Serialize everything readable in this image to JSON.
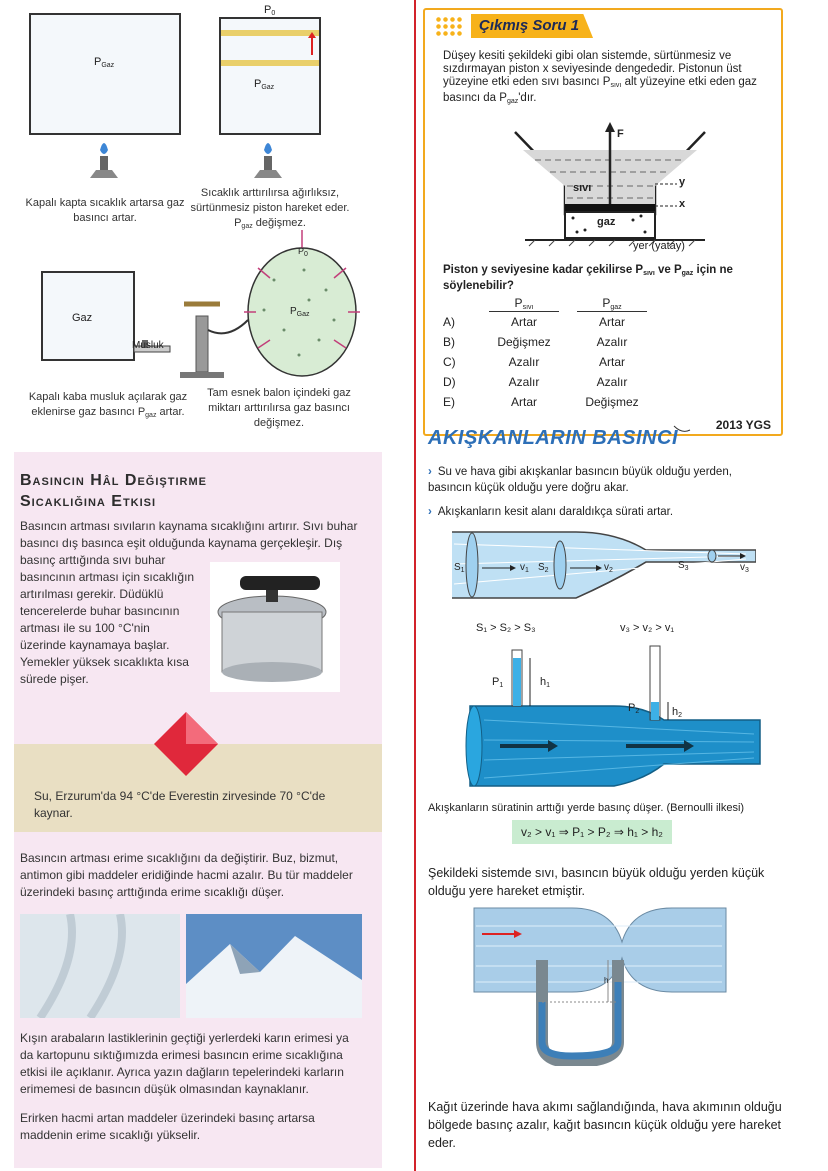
{
  "left_top": {
    "fig1_label": "P",
    "fig1_sub": "Gaz",
    "fig1_caption": "Kapalı kapta sıcaklık artarsa gaz basıncı artar.",
    "fig2_top_label": "P",
    "fig2_top_sub": "0",
    "fig2_label": "P",
    "fig2_sub": "Gaz",
    "fig2_caption_a": "Sıcaklık arttırılırsa ağırlıksız, sürtünmesiz piston hareket eder. P",
    "fig2_caption_sub": "gaz",
    "fig2_caption_b": " değişmez.",
    "fig3_label": "Gaz",
    "fig3_valve": "Musluk",
    "fig3_caption_a": "Kapalı kaba musluk açılarak gaz eklenirse gaz basıncı P",
    "fig3_caption_sub": "gaz",
    "fig3_caption_b": " artar.",
    "fig4_center": "P",
    "fig4_center_sub": "Gaz",
    "fig4_p": "P",
    "fig4_p_sub": "0",
    "fig4_caption": "Tam esnek balon içindeki gaz miktarı arttırılırsa gaz basıncı değişmez."
  },
  "question": {
    "tag": "Çıkmış Soru 1",
    "text": "Düşey kesiti şekildeki gibi olan sistemde, sürtünmesiz ve sızdırmayan piston x seviyesinde dengededir. Pistonun üst yüzeyine etki eden sıvı basıncı P",
    "text_sub1": "sıvı",
    "text_mid": " alt yüzeyine etki eden gaz basıncı da P",
    "text_sub2": "gaz",
    "text_end": "'dır.",
    "fig_F": "F",
    "fig_sivi": "sıvı",
    "fig_gaz": "gaz",
    "fig_y": "y",
    "fig_x": "x",
    "fig_ground": "yer (yatay)",
    "prompt_a": "Piston y seviyesine kadar çekilirse P",
    "prompt_sub1": "sıvı",
    "prompt_b": " ve P",
    "prompt_sub2": "gaz",
    "prompt_c": " için ne söylenebilir?",
    "col1": "P",
    "col1_sub": "sıvı",
    "col2": "P",
    "col2_sub": "gaz",
    "options": [
      {
        "letter": "A)",
        "a": "Artar",
        "b": "Artar"
      },
      {
        "letter": "B)",
        "a": "Değişmez",
        "b": "Azalır"
      },
      {
        "letter": "C)",
        "a": "Azalır",
        "b": "Artar"
      },
      {
        "letter": "D)",
        "a": "Azalır",
        "b": "Azalır"
      },
      {
        "letter": "E)",
        "a": "Artar",
        "b": "Değişmez"
      }
    ],
    "year": "2013 YGS"
  },
  "pink": {
    "title1": "Basıncın Hâl Değiştirme",
    "title2": "Sıcaklığına Etkisi",
    "para1": "Basıncın artması sıvıların kaynama sıcaklığını artırır. Sıvı buhar basıncı dış basınca eşit olduğunda kaynama gerçekleşir. Dış",
    "para1b": "basınç arttığında sıvı buhar basıncının artması için sıcaklığın artırılması gerekir. Düdüklü tencerelerde buhar basıncının artması ile su 100 °C'nin üzerinde kaynamaya başlar. Yemekler yüksek sıcaklıkta kısa sürede pişer.",
    "note": "Su, Erzurum'da 94 °C'de Everestin zirvesinde 70 °C'de kaynar.",
    "para2": "Basıncın artması erime sıcaklığını da değiştirir. Buz, bizmut, antimon gibi maddeler eridiğinde hacmi azalır. Bu tür maddeler üzerindeki basınç arttığında erime sıcaklığı düşer.",
    "para3": "Kışın arabaların lastiklerinin geçtiği yerlerdeki karın erimesi ya da kartopunu sıktığımızda erimesi basıncın erime sıcaklığına etkisi ile açıklanır. Ayrıca yazın dağların tepelerindeki karların erimemesi de basıncın düşük olmasından kaynaklanır.",
    "para4": "Erirken hacmi artan maddeler üzerindeki basınç artarsa maddenin erime sıcaklığı yükselir."
  },
  "fluids": {
    "heading": "AKIŞKANLARIN BASINCI",
    "bullet1": "Su ve hava gibi akışkanlar basıncın büyük olduğu yerden, basıncın küçük olduğu yere doğru akar.",
    "bullet2": "Akışkanların kesit alanı daraldıkça sürati artar.",
    "s1": "S",
    "s1_sub": "1",
    "s2": "S",
    "s2_sub": "2",
    "s3": "S",
    "s3_sub": "3",
    "v1": "v",
    "v1_sub": "1",
    "v2": "v",
    "v2_sub": "2",
    "v3": "v",
    "v3_sub": "3",
    "rel_s": "S₁ > S₂ > S₃",
    "rel_v": "v₃ > v₂ > v₁",
    "p1": "P",
    "p1_sub": "1",
    "p2": "P",
    "p2_sub": "2",
    "h1": "h",
    "h1_sub": "1",
    "h2": "h",
    "h2_sub": "2",
    "bernoulli": "Akışkanların süratinin arttığı yerde basınç düşer. (Bernoulli ilkesi)",
    "formula": "v₂ > v₁ ⇒ P₁ > P₂ ⇒ h₁ > h₂",
    "text3": "Şekildeki sistemde sıvı, basıncın büyük olduğu yerden küçük olduğu yere hareket etmiştir.",
    "fig3_h": "h",
    "text4": "Kağıt üzerinde hava akımı sağlandığında, hava akımının olduğu bölgede basınç azalır, kağıt basıncın küçük olduğu yere hareket eder."
  }
}
